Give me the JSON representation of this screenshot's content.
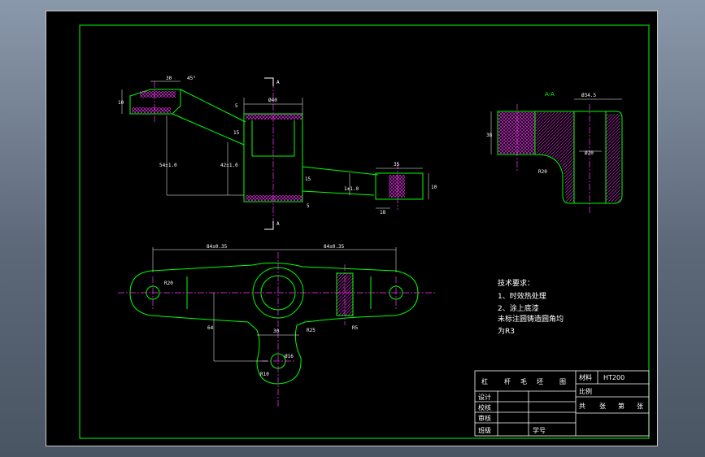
{
  "colors": {
    "outline": "#00ff00",
    "center": "#ff33ff",
    "dim": "#ffffff",
    "hatch": "#ff33ff",
    "frame": "#00ff00"
  },
  "section_label": "A-A",
  "section_marks": [
    "A",
    "A"
  ],
  "dims": {
    "top_flange_w": "30",
    "angle": "45°",
    "top_flange_h": "10",
    "gap_5": "5",
    "bore": "Ø40",
    "h_15a": "15",
    "h_54": "54±1.0",
    "h_42": "42±1.0",
    "right_w": "35",
    "h_15b": "15",
    "h_1": "1±1.0",
    "right_h": "10",
    "right_18": "18",
    "small_5": "5",
    "sec_dia": "Ø34.5",
    "sec_38": "38",
    "sec_d20": "Ø20",
    "sec_r20": "R20",
    "plan_left": "84±0.35",
    "plan_right": "84±0.35",
    "plan_r20": "R20",
    "plan_64": "64",
    "plan_30": "30",
    "plan_r25": "R25",
    "plan_d16": "Ø16",
    "plan_r10": "R10",
    "plan_r3": "R5"
  },
  "notes": {
    "title": "技术要求：",
    "line1": "1、时效热处理",
    "line2": "2、涂上底漆",
    "line3": "未标注圆铸造圆角均",
    "line4": "为R3"
  },
  "title_block": {
    "name_chars": [
      "杠",
      "杆",
      "毛",
      "坯",
      "图"
    ],
    "material_label": "材料",
    "material_value": "HT200",
    "scale_label": "比例",
    "sheets": [
      "共",
      "张",
      "第",
      "张"
    ],
    "rows": [
      "设计",
      "校核",
      "审核",
      "班级"
    ],
    "student_label": "学号"
  }
}
